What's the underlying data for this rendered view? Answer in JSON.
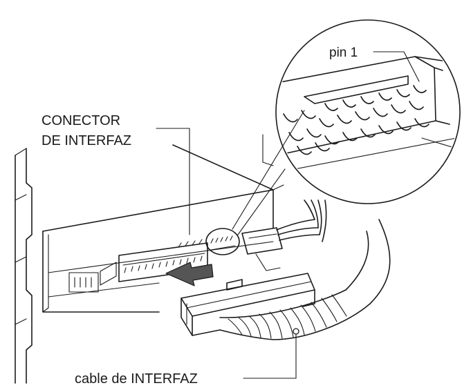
{
  "labels": {
    "pin": "pin 1",
    "connector_line1": "CONECTOR",
    "connector_line2": "DE INTERFAZ",
    "cable": "cable de INTERFAZ"
  },
  "colors": {
    "line": "#1a1a1a",
    "background": "#ffffff",
    "panel_fill": "#f5f5f5",
    "arrow_fill": "#555555"
  }
}
